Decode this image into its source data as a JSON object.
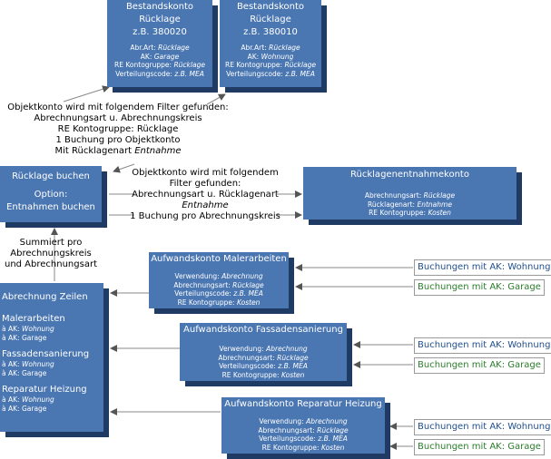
{
  "bestand1": {
    "title1": "Bestandskonto",
    "title2": "Rücklage",
    "title3": "z.B. 380020",
    "r1k": "Abr.Art:",
    "r1v": "Rücklage",
    "r2k": "AK:",
    "r2v": "Garage",
    "r3k": "RE Kontogruppe:",
    "r3v": "Rücklage",
    "r4k": "Verteilungscode:",
    "r4v": "z.B. MEA"
  },
  "bestand2": {
    "title1": "Bestandskonto",
    "title2": "Rücklage",
    "title3": "z.B. 380010",
    "r1k": "Abr.Art:",
    "r1v": "Rücklage",
    "r2k": "AK:",
    "r2v": "Wohnung",
    "r3k": "RE Kontogruppe:",
    "r3v": "Rücklage",
    "r4k": "Verteilungscode:",
    "r4v": "z.B. MEA"
  },
  "note_top": {
    "l1": "Objektkonto wird mit folgendem Filter gefunden:",
    "l2": "Abrechnungsart u. Abrechnungskreis",
    "l3": "RE Kontogruppe: Rücklage",
    "l4": "1 Buchung pro Objektkonto",
    "l5a": "Mit Rücklagenart ",
    "l5b": "Entnahme"
  },
  "ruecklage_buchen": {
    "title": "Rücklage buchen",
    "opt1": "Option:",
    "opt2": "Entnahmen buchen"
  },
  "note_mid": {
    "l1": "Objektkonto wird mit folgendem",
    "l2": "Filter gefunden:",
    "l3": "Abrechnungsart u. Rücklagenart",
    "l4": "Entnahme",
    "l5": "1 Buchung pro Abrechnungskreis"
  },
  "entnahme": {
    "title": "Rücklagenentnahmekonto",
    "r1k": "Abrechnungsart:",
    "r1v": "Rücklage",
    "r2k": "Rücklagenart:",
    "r2v": "Entnahme",
    "r3k": "RE Kontogruppe:",
    "r3v": "Kosten"
  },
  "note_summ": {
    "l1": "Summiert pro",
    "l2": "Abrechnungskreis",
    "l3": "und Abrechnungsart"
  },
  "abrechnung": {
    "title": "Abrechnung Zeilen",
    "g1": "Malerarbeiten",
    "g2": "Fassadensanierung",
    "g3": "Reparatur Heizung",
    "ak_prefix": "à AK:",
    "wohnung": "Wohnung",
    "garage": "Garage"
  },
  "aufwand": [
    {
      "title": "Aufwandskonto Malerarbeiten"
    },
    {
      "title": "Aufwandskonto Fassadensanierung"
    },
    {
      "title": "Aufwandskonto Reparatur Heizung"
    }
  ],
  "aufwand_rows": {
    "r1k": "Verwendung:",
    "r1v": "Abrechnung",
    "r2k": "Abrechnungsart:",
    "r2v": "Rücklage",
    "r3k": "Verteilungscode:",
    "r3v": "z.B. MEA",
    "r4k": "RE Kontogruppe:",
    "r4v": "Kosten"
  },
  "tags": {
    "wohnung": "Buchungen mit AK: Wohnung",
    "garage": "Buchungen mit AK: Garage"
  },
  "colors": {
    "box": "#4a76b2",
    "shadow": "#1f3b63",
    "tag_blue": "#1f4e8c",
    "tag_green": "#2a7d2a"
  }
}
